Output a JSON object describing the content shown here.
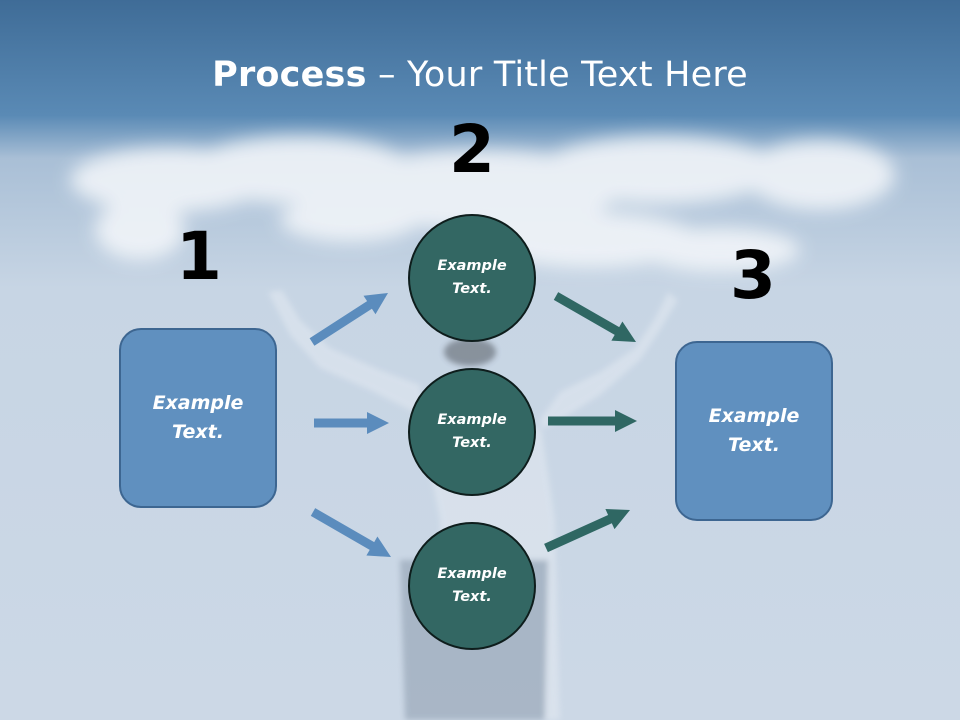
{
  "slide": {
    "title_bold": "Process",
    "title_rest": " – Your Title Text Here"
  },
  "steps": {
    "step1_number": "1",
    "step2_number": "2",
    "step3_number": "3"
  },
  "nodes": {
    "left_box": "Example\nText.",
    "right_box": "Example\nText.",
    "circle_top": "Example\nText.",
    "circle_middle": "Example\nText.",
    "circle_bottom": "Example\nText."
  },
  "colors": {
    "box_fill": "#6090bf",
    "circle_fill": "#336763",
    "blue_arrow": "#5b8cbd",
    "teal_arrow": "#2f6763"
  }
}
